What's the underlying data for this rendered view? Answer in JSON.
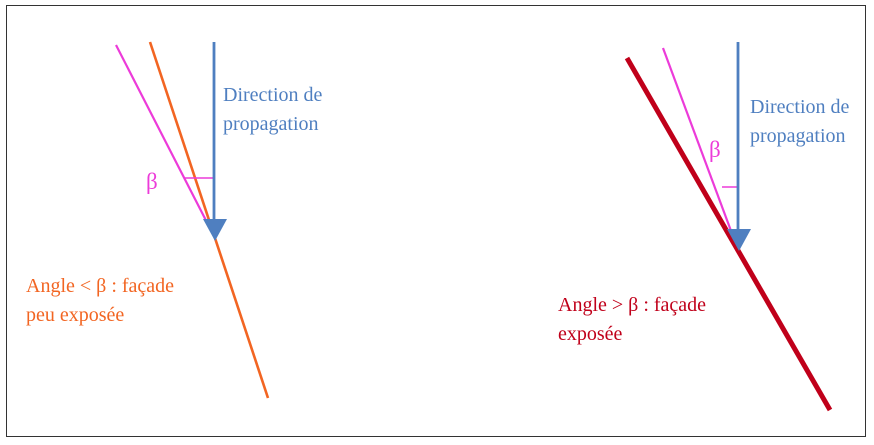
{
  "diagrams": [
    {
      "id": "left",
      "direction_label_line1": "Direction de",
      "direction_label_line2": "propagation",
      "angle_symbol": "β",
      "caption_line1": "Angle < β : façade",
      "caption_line2": "peu exposée",
      "facade_color": "#f26522",
      "reference_color": "#ec3bd9",
      "direction_color": "#4f7fc0"
    },
    {
      "id": "right",
      "direction_label_line1": "Direction de",
      "direction_label_line2": "propagation",
      "angle_symbol": "β",
      "caption_line1": "Angle > β : façade",
      "caption_line2": "exposée",
      "facade_color": "#c0001a",
      "reference_color": "#ec3bd9",
      "direction_color": "#4f7fc0"
    }
  ]
}
